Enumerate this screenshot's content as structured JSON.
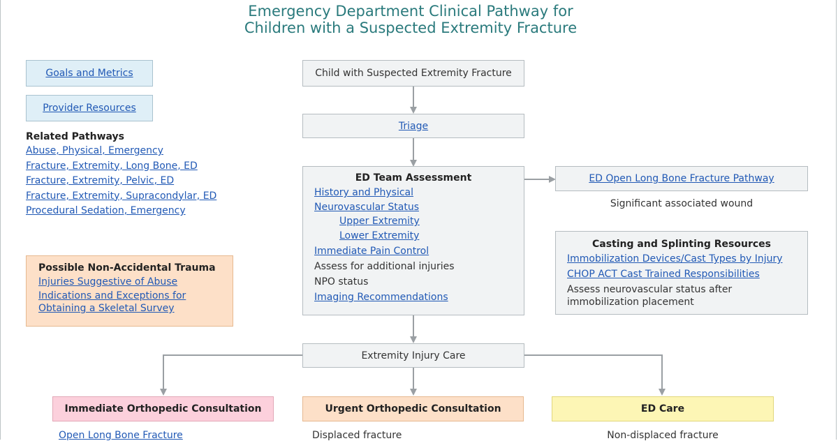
{
  "title": {
    "line1": "Emergency Department Clinical Pathway for",
    "line2": "Children with a Suspected Extremity Fracture"
  },
  "side_links": {
    "goals": "Goals and Metrics",
    "provider": "Provider Resources"
  },
  "related": {
    "heading": "Related Pathways",
    "items": [
      "Abuse, Physical, Emergency",
      "Fracture, Extremity, Long Bone, ED",
      "Fracture, Extremity, Pelvic, ED",
      "Fracture, Extremity, Supracondylar, ED",
      "Procedural Sedation, Emergency"
    ]
  },
  "nat": {
    "heading": "Possible Non-Accidental Trauma",
    "link1": "Injuries Suggestive of Abuse",
    "link2_line1": "Indications and Exceptions for",
    "link2_line2": "Obtaining a Skeletal Survey"
  },
  "flow": {
    "start": "Child with Suspected Extremity Fracture",
    "triage": "Triage",
    "assessment": {
      "heading": "ED Team Assessment",
      "history": "History and Physical",
      "neuro": "Neurovascular Status",
      "upper": "Upper Extremity",
      "lower": "Lower Extremity",
      "pain": "Immediate Pain Control",
      "injuries": "Assess for additional injuries",
      "npo": "NPO status",
      "imaging": "Imaging Recommendations"
    },
    "open_pathway": "ED Open Long Bone Fracture Pathway",
    "wound_note": "Significant associated wound",
    "casting": {
      "heading": "Casting and Splinting Resources",
      "link1": "Immobilization Devices/Cast Types by Injury",
      "link2": "CHOP ACT Cast Trained Responsibilities",
      "note_line1": "Assess neurovascular status after",
      "note_line2": "immobilization placement"
    },
    "injury_care": "Extremity Injury Care",
    "immediate": {
      "label": "Immediate Orthopedic Consultation",
      "sub": "Open Long Bone Fracture"
    },
    "urgent": {
      "label": "Urgent Orthopedic Consultation",
      "sub": "Displaced fracture"
    },
    "ed_care": {
      "label": "ED Care",
      "sub": "Non-displaced fracture"
    }
  },
  "colors": {
    "title": "#2a7a7c",
    "link": "#2159b5",
    "arrow": "#9a9fa3"
  }
}
